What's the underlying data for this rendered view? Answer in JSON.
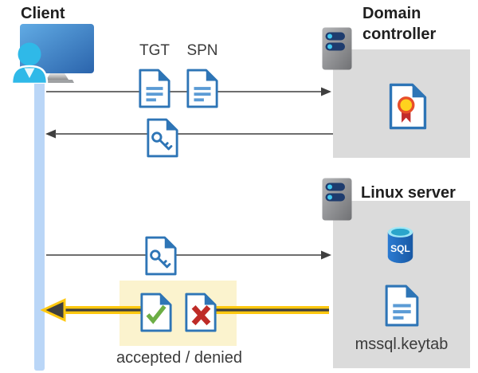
{
  "client": {
    "label": "Client"
  },
  "domain_controller": {
    "label": "Domain controller"
  },
  "linux_server": {
    "label": "Linux server",
    "sql_label": "SQL",
    "keytab_label": "mssql.keytab"
  },
  "messages": {
    "tgt_label": "TGT",
    "spn_label": "SPN",
    "result_label": "accepted / denied"
  },
  "colors": {
    "doc_blue": "#2E75B6",
    "doc_line_blue": "#5B9BD5",
    "check_green": "#6CAE45",
    "deny_red": "#BE2B27",
    "highlight_yellow": "#FBF3CE",
    "arrow_gray": "#595959",
    "arrow_head": "#3F3F3F",
    "arrow_yellow": "#FFC810",
    "lifeline_blue": "#BAD6F7",
    "box_gray": "#DBDBDB",
    "cert_gold": "#FFD21E",
    "cert_red": "#C22B2B",
    "sql_body_blue": "#1F6CBE",
    "person_cyan": "#2FB9E8"
  }
}
